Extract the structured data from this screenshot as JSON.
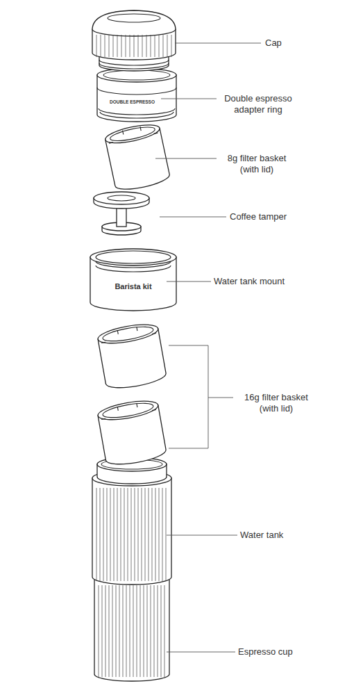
{
  "diagram": {
    "labels": [
      "Cap",
      "DOUBLE ESPRESSO",
      "Double espresso adapter ring",
      "8g filter basket (with lid)",
      "Coffee tamper",
      "Barista kit",
      "Water tank mount",
      "16g filter basket (with lid)",
      "Water tank",
      "Espresso cup"
    ]
  }
}
